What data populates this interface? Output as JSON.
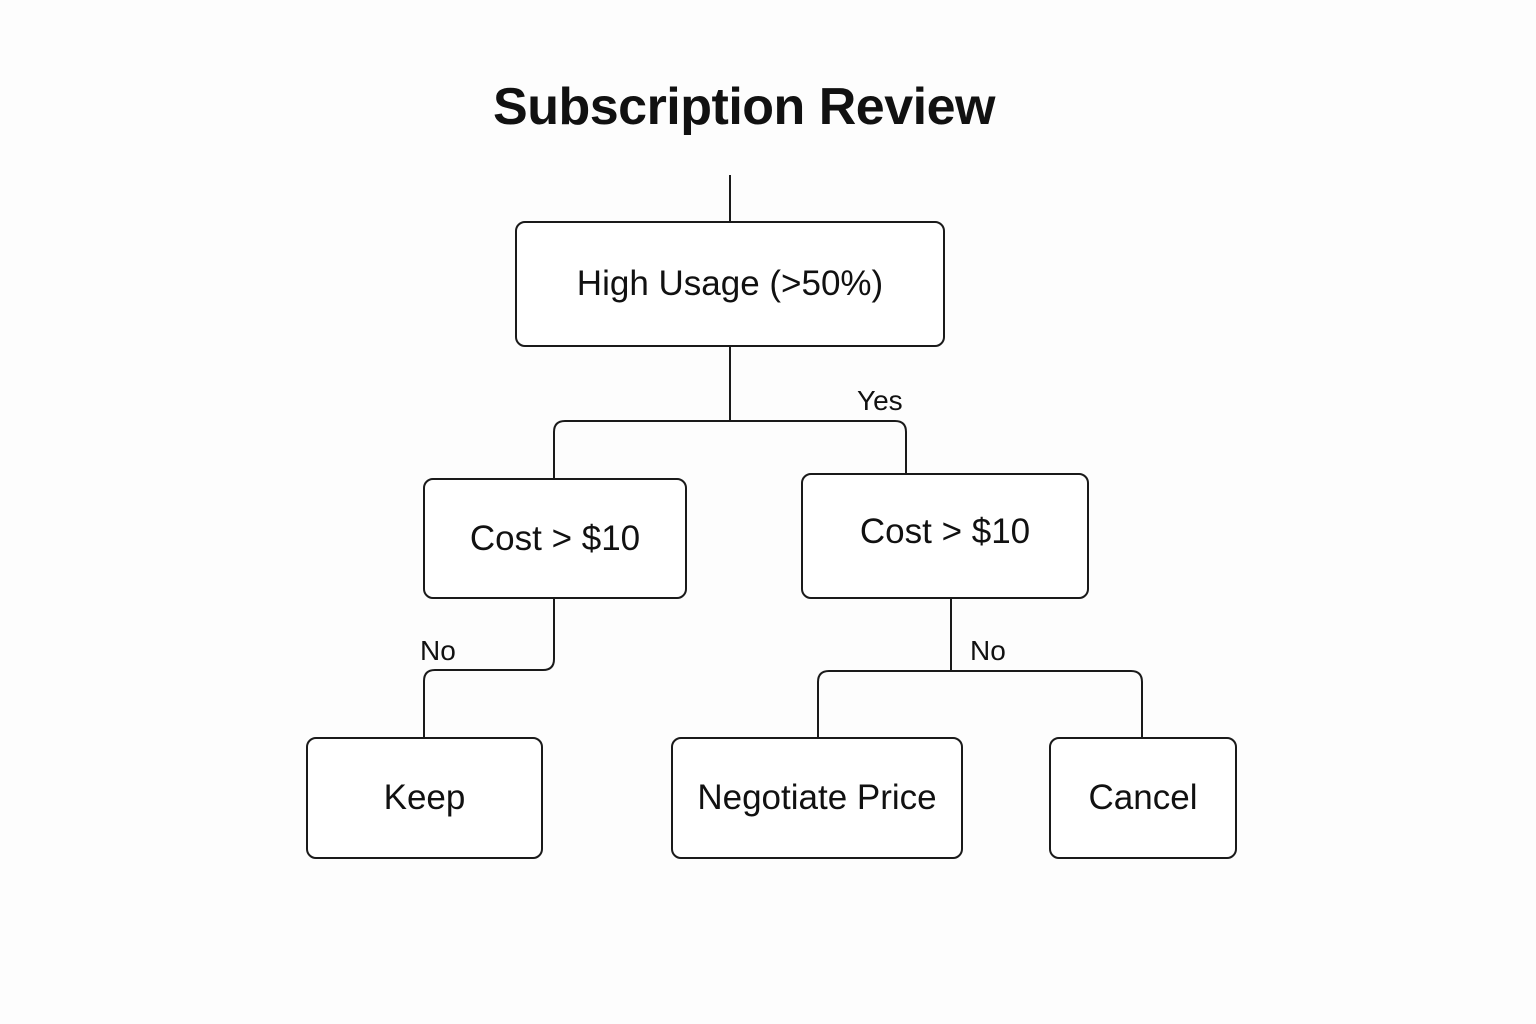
{
  "title": "Subscription Review",
  "nodes": {
    "root": "High Usage (>50%)",
    "cost_left": "Cost > $10",
    "cost_right": "Cost > $10",
    "keep": "Keep",
    "negotiate": "Negotiate Price",
    "cancel": "Cancel"
  },
  "edge_labels": {
    "yes": "Yes",
    "no_left": "No",
    "no_right": "No"
  },
  "colors": {
    "line": "#1a1a1a",
    "background": "#fdfdfd"
  }
}
